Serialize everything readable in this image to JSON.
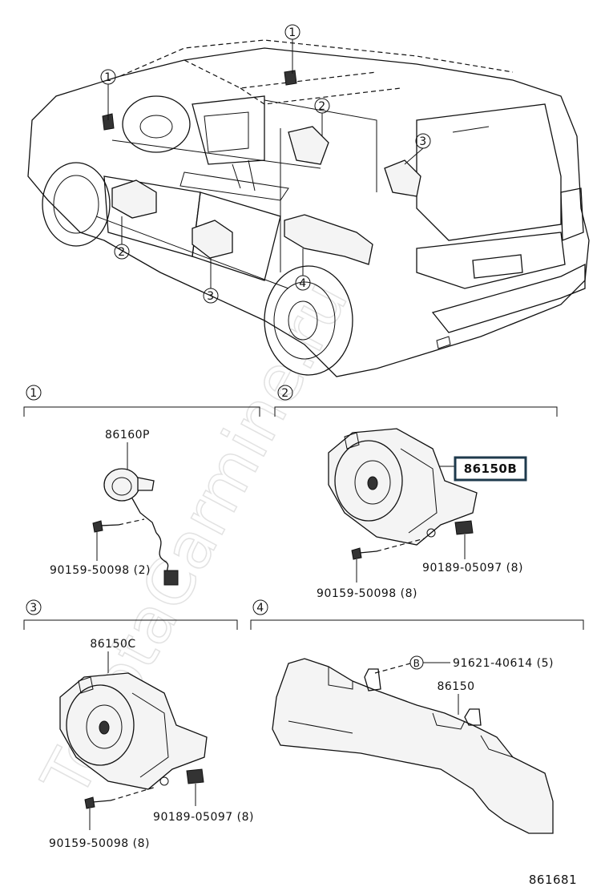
{
  "watermark": "ToyotaCarmine.ru",
  "overview_callouts": [
    "1",
    "1",
    "2",
    "3",
    "2",
    "3",
    "4"
  ],
  "sections": [
    {
      "id": "1",
      "part_top": "86160P",
      "bolt": "90159-50098 (2)"
    },
    {
      "id": "2",
      "part_top": "86150B",
      "bolt": "90159-50098 (8)",
      "clip": "90189-05097 (8)"
    },
    {
      "id": "3",
      "part_top": "86150C",
      "bolt": "90159-50098 (8)",
      "clip": "90189-05097 (8)"
    },
    {
      "id": "4",
      "part_top": "86150",
      "clip_letter": "B",
      "clip": "91621-40614 (5)"
    }
  ],
  "diagram_code": "861681",
  "colors": {
    "highlight": "#1e3a4c",
    "ink": "#111111"
  }
}
